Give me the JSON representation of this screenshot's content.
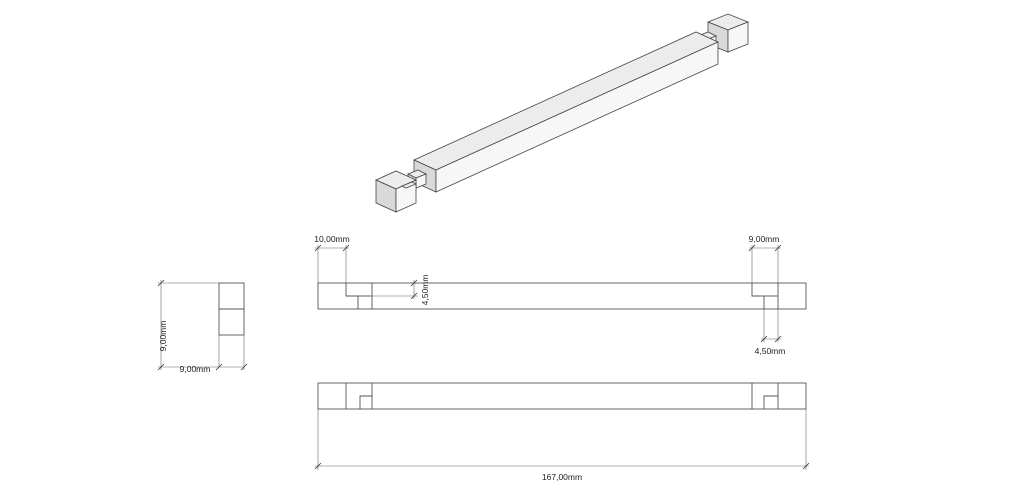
{
  "dimensions": {
    "slot_width_left": "10,00mm",
    "slot_depth_left": "4,50mm",
    "slot_width_right": "9,00mm",
    "slot_depth_right": "4,50mm",
    "profile_height": "9,00mm",
    "profile_width": "9,00mm",
    "overall_length": "167,00mm"
  },
  "colors": {
    "line": "#555555",
    "shade_top": "#ececec",
    "shade_front": "#d9d9d9"
  }
}
